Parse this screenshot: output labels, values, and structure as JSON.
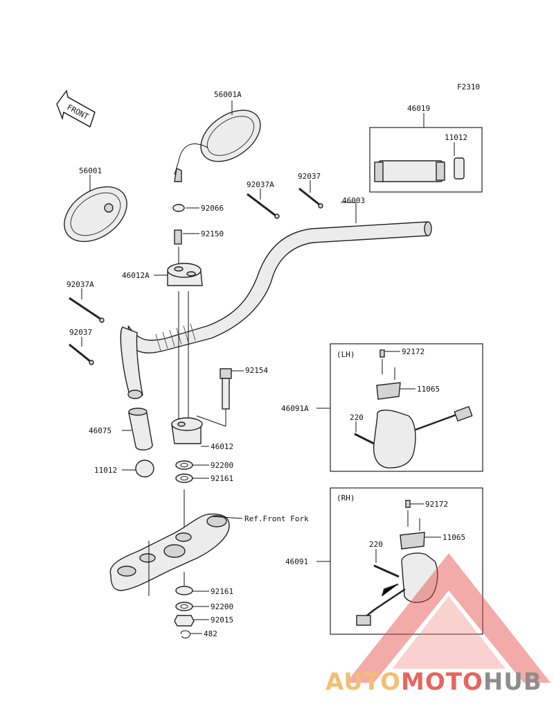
{
  "figure_code": "F2310",
  "front_label": "FRONT",
  "box_lh_label": "(LH)",
  "box_rh_label": "(RH)",
  "ref_label": "Ref.Front Fork",
  "parts": {
    "p56001A": "56001A",
    "p56001": "56001",
    "p46019": "46019",
    "p11012_top": "11012",
    "p92037A_top": "92037A",
    "p92037_top": "92037",
    "p46003": "46003",
    "p92066": "92066",
    "p92150": "92150",
    "p46012A": "46012A",
    "p92037A_left": "92037A",
    "p92037_left": "92037",
    "p92154": "92154",
    "p46075": "46075",
    "p46012": "46012",
    "p11012_left": "11012",
    "p92200_top": "92200",
    "p92161_top": "92161",
    "p92172_lh": "92172",
    "p11065_lh": "11065",
    "p46091A": "46091A",
    "p220_lh": "220",
    "p92172_rh": "92172",
    "p11065_rh": "11065",
    "p46091": "46091",
    "p220_rh": "220",
    "p92161_bot": "92161",
    "p92200_bot": "92200",
    "p92015": "92015",
    "p482": "482"
  },
  "watermark": {
    "part1": "AUTO",
    "part2": "MOTO",
    "part3": "HUB"
  },
  "colors": {
    "watermark_orange": "#f2b45a",
    "watermark_red": "#e44b45",
    "watermark_gray": "#7a7a7a"
  }
}
